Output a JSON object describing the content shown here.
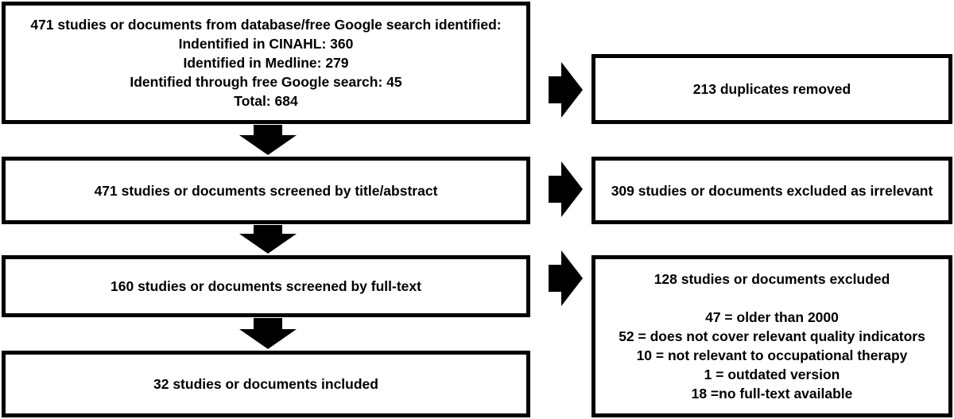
{
  "identification": {
    "lines": [
      "471 studies or documents from database/free Google search identified:",
      "Indentified in CINAHL: 360",
      "Identified in Medline: 279",
      "Identified through free Google search: 45",
      "Total: 684"
    ]
  },
  "duplicates": {
    "text": "213 duplicates removed"
  },
  "screening": {
    "text": "471 studies or documents screened by title/abstract"
  },
  "irrelevant": {
    "text": "309 studies or documents excluded as irrelevant"
  },
  "fulltext": {
    "text": "160 studies or documents screened by full-text"
  },
  "excluded": {
    "title": "128 studies or documents excluded",
    "reasons": [
      "47 = older than 2000",
      "52 = does not cover relevant quality indicators",
      "10 = not relevant to occupational therapy",
      "1 = outdated version",
      "18 =no full-text available"
    ]
  },
  "included": {
    "text": "32 studies or documents included"
  }
}
